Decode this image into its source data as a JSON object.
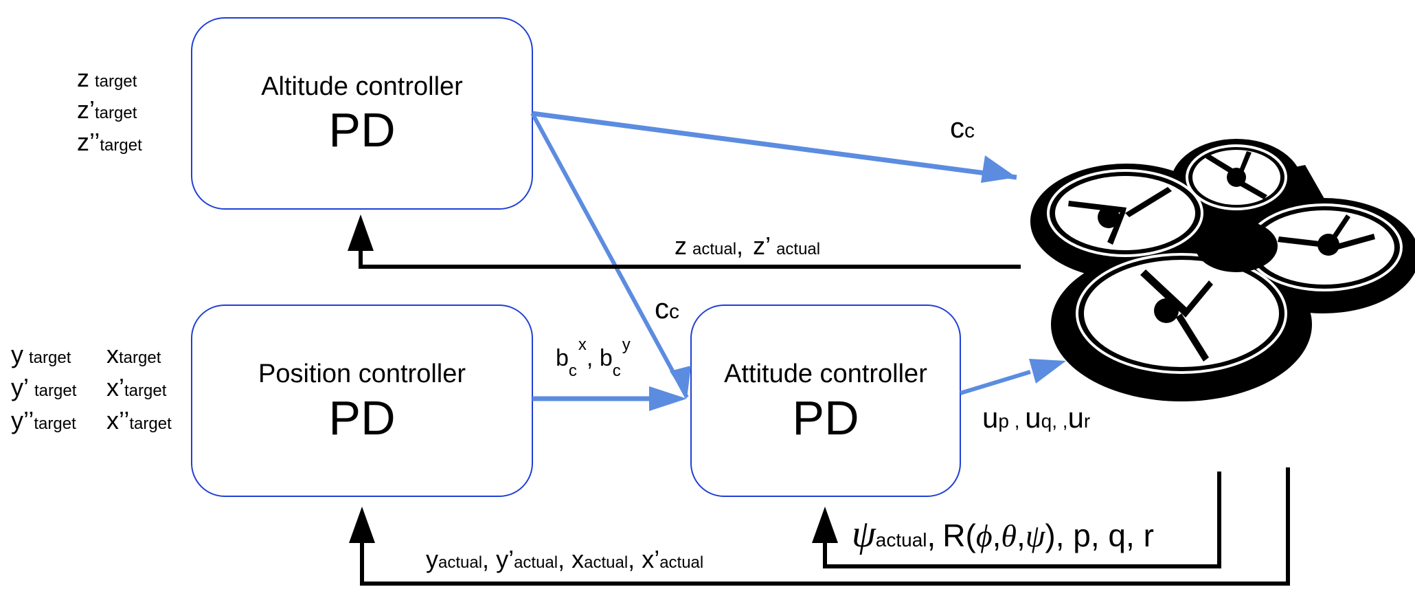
{
  "colors": {
    "box_stroke": "#1f3fd6",
    "signal_arrow": "#5b8ce0",
    "feedback_line": "#000000",
    "drone": "#000000"
  },
  "blocks": {
    "altitude": {
      "title": "Altitude controller",
      "type": "PD"
    },
    "position": {
      "title": "Position controller",
      "type": "PD"
    },
    "attitude": {
      "title": "Attitude controller",
      "type": "PD"
    }
  },
  "inputs": {
    "altitude": {
      "z": {
        "base": "z",
        "sub": "target"
      },
      "z_dot": {
        "base": "z’",
        "sub": "target"
      },
      "z_ddot": {
        "base": "z’’",
        "sub": "target"
      }
    },
    "position": {
      "y": {
        "base": "y",
        "sub": "target"
      },
      "y_dot": {
        "base": "y’",
        "sub": "target"
      },
      "y_ddot": {
        "base": "y’’",
        "sub": "target"
      },
      "x": {
        "base": "x",
        "sub": "target"
      },
      "x_dot": {
        "base": "x’",
        "sub": "target"
      },
      "x_ddot": {
        "base": "x’’",
        "sub": "target"
      }
    }
  },
  "signals": {
    "cc_altitude_to_drone": {
      "base": "c",
      "sub": "c"
    },
    "cc_altitude_to_attitude": {
      "base": "c",
      "sub": "c"
    },
    "bc": {
      "b1": "b",
      "sub1": "c",
      "sup1": "x",
      "sep": ", ",
      "b2": "b",
      "sub2": "c",
      "sup2": "y"
    },
    "u": {
      "p_base": "u",
      "p_sub": "p",
      "sep1": " , ",
      "q_base": "u",
      "q_sub": "q,",
      "sep2": " ,",
      "r_base": "u",
      "r_sub": "r"
    }
  },
  "feedback": {
    "z": {
      "b1": "z",
      "s1": "actual",
      "sep": ",",
      "b2": "z’",
      "s2": "actual"
    },
    "xy": {
      "b1": "y",
      "s1": "actual",
      "b2": "y’",
      "s2": "actual",
      "b3": "x",
      "s3": "actual",
      "b4": "x’",
      "s4": "actual",
      "sep": ", "
    },
    "att": {
      "psi": "ψ",
      "psi_sub": "actual",
      "r_fn": "R(",
      "phi": "ϕ",
      "theta": "θ",
      "psi2": "ψ",
      "comma": ",",
      "close": ")",
      "rates": ", p, q, r"
    }
  }
}
